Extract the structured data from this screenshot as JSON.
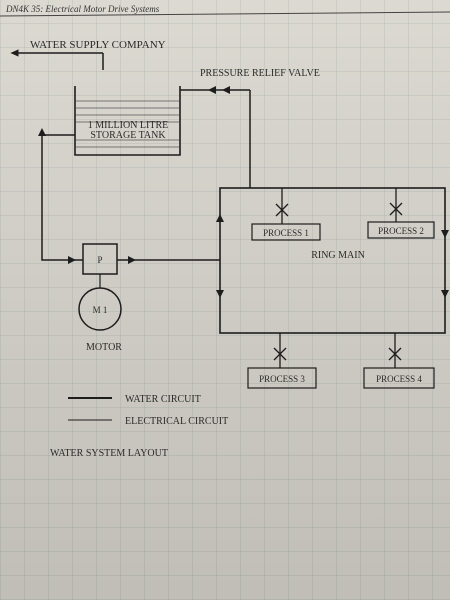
{
  "header": {
    "text": "DN4K 35: Electrical Motor Drive Systems"
  },
  "labels": {
    "water_supply": "WATER SUPPLY COMPANY",
    "relief_valve": "PRESSURE RELIEF VALVE",
    "tank_line1": "1 MILLION LITRE",
    "tank_line2": "STORAGE TANK",
    "pump": "P",
    "motor_symbol": "M 1",
    "motor": "MOTOR",
    "ring_main": "RING MAIN",
    "process1": "PROCESS 1",
    "process2": "PROCESS 2",
    "process3": "PROCESS 3",
    "process4": "PROCESS 4"
  },
  "legend": {
    "water": "WATER CIRCUIT",
    "electrical": "ELECTRICAL CIRCUIT"
  },
  "caption": "WATER SYSTEM LAYOUT"
}
